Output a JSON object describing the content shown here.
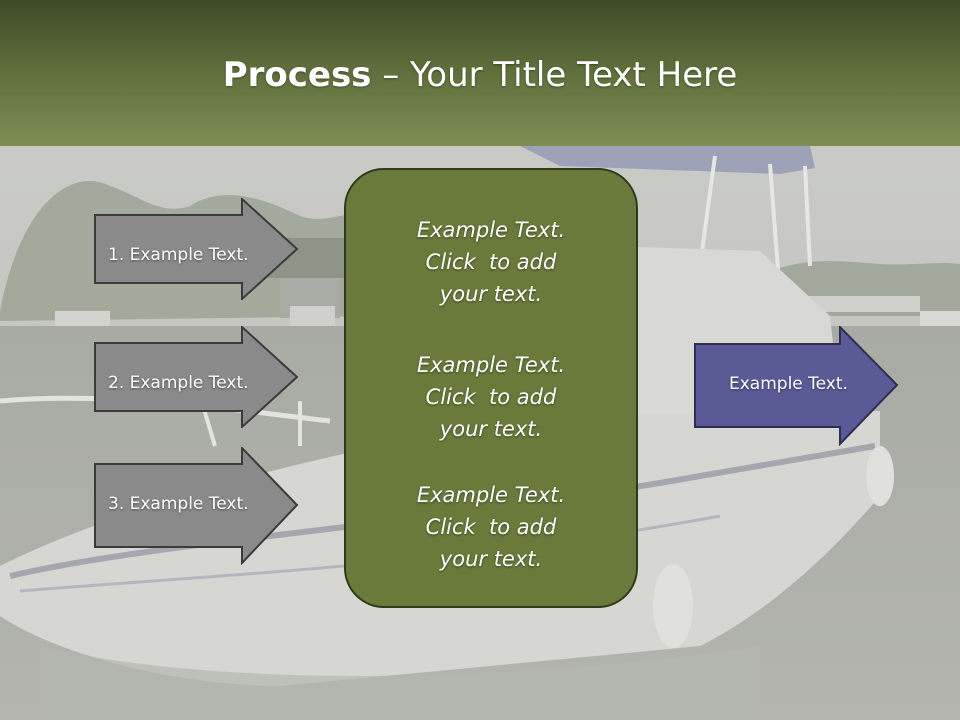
{
  "title": {
    "bold": "Process",
    "rest": " – Your Title Text Here"
  },
  "left_arrows": [
    {
      "label": "1. Example Text."
    },
    {
      "label": "2. Example Text."
    },
    {
      "label": "3. Example Text."
    }
  ],
  "center_blocks": [
    {
      "line1": "Example Text.",
      "line2": "Click  to add",
      "line3": "your text."
    },
    {
      "line1": "Example Text.",
      "line2": "Click  to add",
      "line3": "your text."
    },
    {
      "line1": "Example Text.",
      "line2": "Click  to add",
      "line3": "your text."
    }
  ],
  "right_arrow": {
    "label": "Example Text."
  },
  "colors": {
    "header_green": "#5f703c",
    "center_box": "#697a3b",
    "left_arrow_fill": "#8a8a8a",
    "right_arrow_fill": "#5a5a96"
  }
}
